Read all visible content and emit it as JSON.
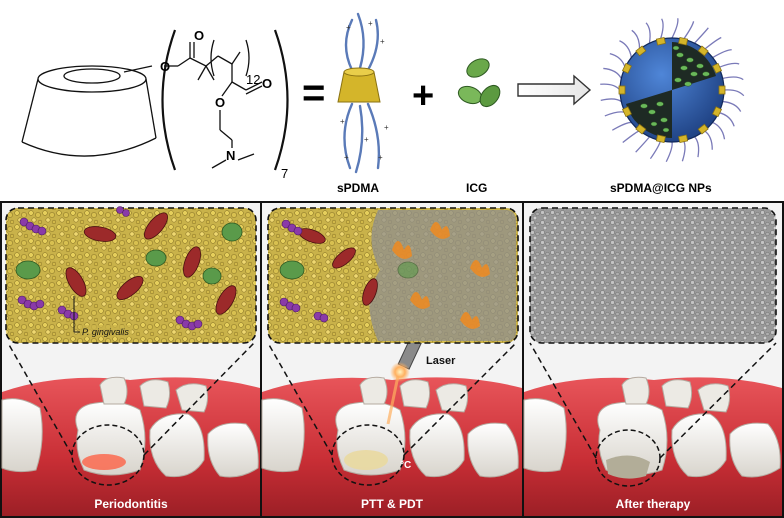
{
  "chem": {
    "repeat_12": "12",
    "repeat_7": "7",
    "atom_o1": "O",
    "atom_o2": "O",
    "atom_o3": "O",
    "atom_o4": "O",
    "atom_n": "N",
    "equals": "=",
    "plus": "+"
  },
  "top_labels": {
    "spdma": "sPDMA",
    "icg": "ICG",
    "nps": "sPDMA@ICG NPs"
  },
  "panels": {
    "left": {
      "caption": "Periodontitis",
      "bacteria_label": "P. gingivalis"
    },
    "middle": {
      "caption": "PTT & PDT",
      "laser_label": "Laser",
      "temp_label": "°C"
    },
    "right": {
      "caption": "After therapy"
    }
  },
  "colors": {
    "nanoparticle_core": "#2a5aa8",
    "bacteria_red": "#9c2a2a",
    "bacteria_green": "#5a9a4a",
    "bacteria_purple": "#8a3aa8",
    "gum": "#d9353a",
    "biofilm": "#c9b24a"
  }
}
